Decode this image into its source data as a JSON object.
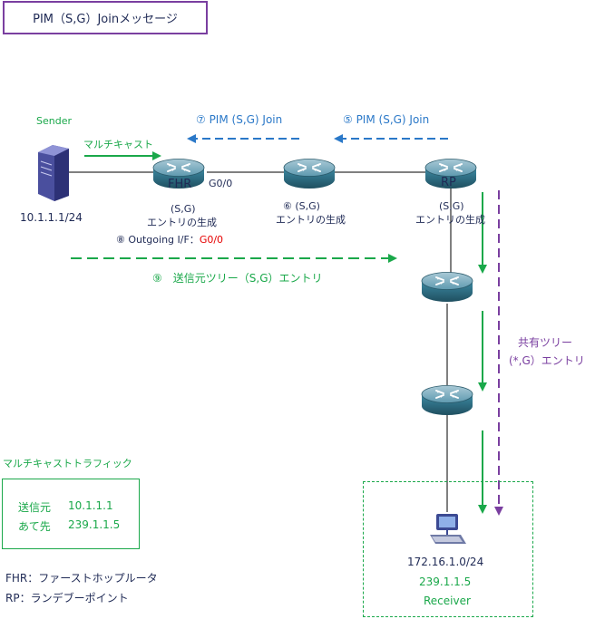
{
  "title": "PIM（S,G）Joinメッセージ",
  "sender": {
    "label": "Sender",
    "ip": "10.1.1.1/24",
    "multicast_label": "マルチキャスト"
  },
  "routers": {
    "fhr": {
      "name": "FHR",
      "iface": "G0/0",
      "entry_line1": "(S,G)",
      "entry_line2": "エントリの生成",
      "outgoing_prefix": "⑧ Outgoing I/F：",
      "outgoing_value": "G0/0"
    },
    "middle": {
      "entry_line1": "⑥ (S,G)",
      "entry_line2": "エントリの生成"
    },
    "rp": {
      "name": "RP",
      "entry_line1": "(S,G)",
      "entry_line2": "エントリの生成"
    }
  },
  "joins": {
    "join7": "⑦ PIM (S,G)  Join",
    "join5": "⑤ PIM (S,G)  Join"
  },
  "source_tree_label": "⑨　送信元ツリー（S,G）エントリ",
  "shared_tree": {
    "line1": "共有ツリー",
    "line2": "(*,G）エントリ"
  },
  "traffic": {
    "header": "マルチキャストトラフィック",
    "src_label": "送信元",
    "src_value": "10.1.1.1",
    "dst_label": "あて先",
    "dst_value": "239.1.1.5"
  },
  "legend": {
    "fhr": "FHR：ファーストホップルータ",
    "rp": "RP：ランデブーポイント"
  },
  "receiver": {
    "subnet": "172.16.1.0/24",
    "group": "239.1.1.5",
    "label": "Receiver"
  },
  "colors": {
    "green": "#1aa84a",
    "blue": "#2a78c8",
    "purple": "#7a3fa0",
    "red": "#e60000",
    "navy": "#1f2a55",
    "router": "#2f6f86"
  },
  "icons": [
    "server-icon",
    "router-icon",
    "pc-icon"
  ]
}
